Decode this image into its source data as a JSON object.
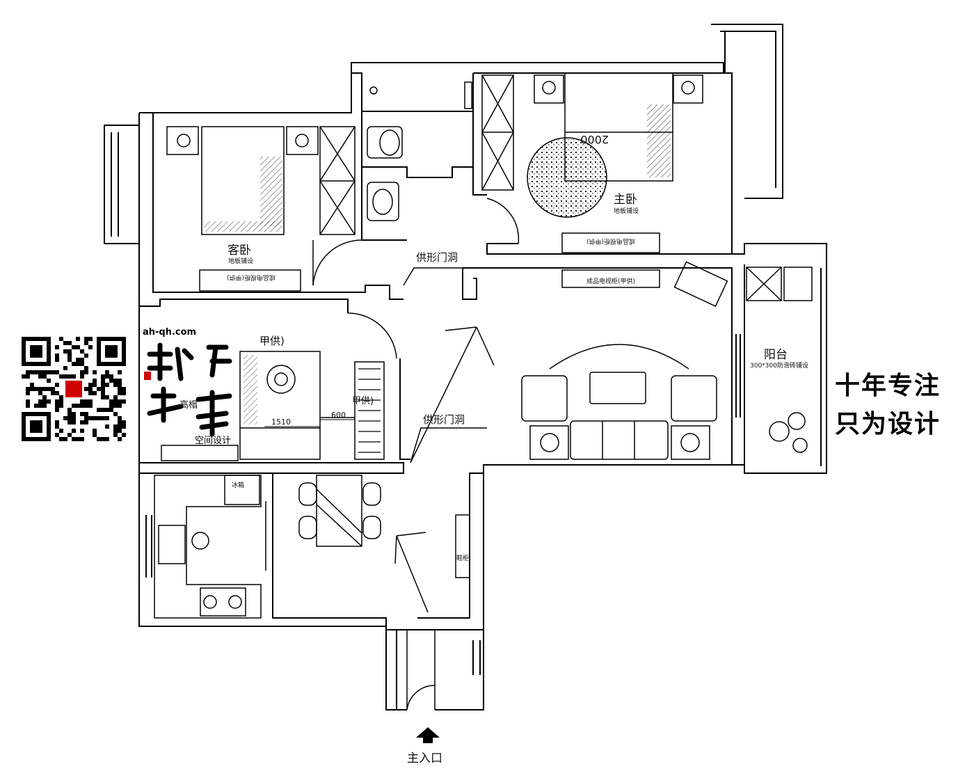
{
  "rooms": {
    "guest_bedroom": "客卧",
    "guest_floor": "地板铺设",
    "master_bedroom": "主卧",
    "master_floor": "地板铺设",
    "balcony": "阳台",
    "balcony_floor": "300*300防滑砖铺设",
    "main_entrance": "主入口"
  },
  "labels": {
    "arch_top": "供形门洞",
    "arch_middle": "供形门洞",
    "supply_a": "甲供)",
    "supply_b": "甲供)",
    "dim_1510": "1510",
    "dim_600": "600",
    "bed_mark": "2000",
    "fridge": "冰箱",
    "shoe_cabinet": "鞋柜",
    "tv_cabinet": "成品电视柜(甲供)",
    "guest_tv_cabinet": "成品电视柜(甲供)",
    "master_tv_cabinet": "成品电视柜(甲供)",
    "tatami": "高榻"
  },
  "branding": {
    "url": "ah-qh.com",
    "logo_sub": "空间设计",
    "slogan_line1": "十年专注",
    "slogan_line2": "只为设计"
  },
  "colors": {
    "line": "#000000",
    "background": "#ffffff",
    "accent": "#d00000"
  }
}
